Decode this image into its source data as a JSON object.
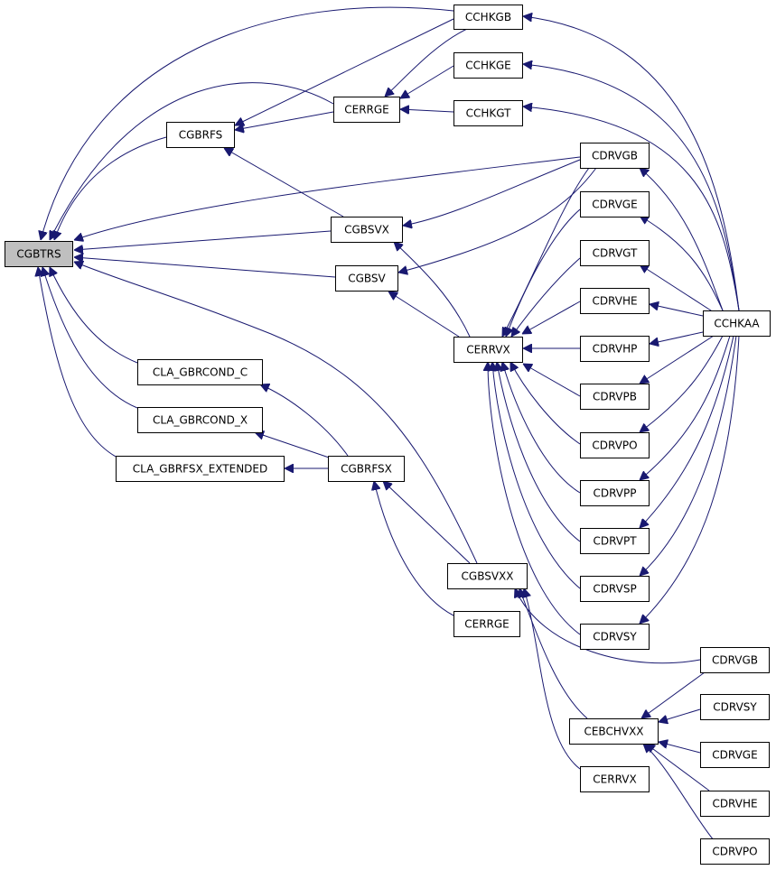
{
  "graph": {
    "nodes": [
      {
        "id": "cgbtrs",
        "label": "CGBTRS",
        "root": true
      },
      {
        "id": "cchkgb",
        "label": "CCHKGB"
      },
      {
        "id": "cchkge",
        "label": "CCHKGE"
      },
      {
        "id": "cerrge1",
        "label": "CERRGE"
      },
      {
        "id": "cchkgt",
        "label": "CCHKGT"
      },
      {
        "id": "cgbrfs",
        "label": "CGBRFS"
      },
      {
        "id": "cdrvgb1",
        "label": "CDRVGB"
      },
      {
        "id": "cgbsvx",
        "label": "CGBSVX"
      },
      {
        "id": "cdrvge1",
        "label": "CDRVGE"
      },
      {
        "id": "cgbsv",
        "label": "CGBSV"
      },
      {
        "id": "cdrvgt",
        "label": "CDRVGT"
      },
      {
        "id": "cdrvhe1",
        "label": "CDRVHE"
      },
      {
        "id": "cchkaa",
        "label": "CCHKAA"
      },
      {
        "id": "cerrvx1",
        "label": "CERRVX"
      },
      {
        "id": "cdrvhp",
        "label": "CDRVHP"
      },
      {
        "id": "cla_gbrcond_c",
        "label": "CLA_GBRCOND_C"
      },
      {
        "id": "cdrvpb",
        "label": "CDRVPB"
      },
      {
        "id": "cla_gbrcond_x",
        "label": "CLA_GBRCOND_X"
      },
      {
        "id": "cdrvpo1",
        "label": "CDRVPO"
      },
      {
        "id": "cla_gbrfsx_extended",
        "label": "CLA_GBRFSX_EXTENDED"
      },
      {
        "id": "cgbrfsx",
        "label": "CGBRFSX"
      },
      {
        "id": "cdrvpp",
        "label": "CDRVPP"
      },
      {
        "id": "cdrvpt",
        "label": "CDRVPT"
      },
      {
        "id": "cgbsvxx",
        "label": "CGBSVXX"
      },
      {
        "id": "cdrvsp",
        "label": "CDRVSP"
      },
      {
        "id": "cerrge2",
        "label": "CERRGE"
      },
      {
        "id": "cdrvsy1",
        "label": "CDRVSY"
      },
      {
        "id": "cdrvgb2",
        "label": "CDRVGB"
      },
      {
        "id": "cdrvsy2",
        "label": "CDRVSY"
      },
      {
        "id": "cebchvxx",
        "label": "CEBCHVXX"
      },
      {
        "id": "cdrvge2",
        "label": "CDRVGE"
      },
      {
        "id": "cerrvx2",
        "label": "CERRVX"
      },
      {
        "id": "cdrvhe2",
        "label": "CDRVHE"
      },
      {
        "id": "cdrvpo2",
        "label": "CDRVPO"
      }
    ],
    "edges": [
      {
        "from": "cchkgb",
        "to": "cgbtrs"
      },
      {
        "from": "cerrge1",
        "to": "cgbtrs"
      },
      {
        "from": "cgbrfs",
        "to": "cgbtrs"
      },
      {
        "from": "cdrvgb1",
        "to": "cgbtrs"
      },
      {
        "from": "cgbsvx",
        "to": "cgbtrs"
      },
      {
        "from": "cgbsv",
        "to": "cgbtrs"
      },
      {
        "from": "cla_gbrcond_c",
        "to": "cgbtrs"
      },
      {
        "from": "cla_gbrcond_x",
        "to": "cgbtrs"
      },
      {
        "from": "cla_gbrfsx_extended",
        "to": "cgbtrs"
      },
      {
        "from": "cgbsvxx",
        "to": "cgbtrs"
      },
      {
        "from": "cchkgb",
        "to": "cgbrfs"
      },
      {
        "from": "cerrge1",
        "to": "cgbrfs"
      },
      {
        "from": "cgbsvx",
        "to": "cgbrfs"
      },
      {
        "from": "cchkgb",
        "to": "cerrge1"
      },
      {
        "from": "cchkge",
        "to": "cerrge1"
      },
      {
        "from": "cchkgt",
        "to": "cerrge1"
      },
      {
        "from": "cchkaa",
        "to": "cchkgb"
      },
      {
        "from": "cchkaa",
        "to": "cchkge"
      },
      {
        "from": "cchkaa",
        "to": "cchkgt"
      },
      {
        "from": "cdrvgb1",
        "to": "cgbsvx"
      },
      {
        "from": "cerrvx1",
        "to": "cgbsvx"
      },
      {
        "from": "cdrvgb1",
        "to": "cgbsv"
      },
      {
        "from": "cerrvx1",
        "to": "cgbsv"
      },
      {
        "from": "cdrvgb1",
        "to": "cerrvx1"
      },
      {
        "from": "cdrvge1",
        "to": "cerrvx1"
      },
      {
        "from": "cdrvgt",
        "to": "cerrvx1"
      },
      {
        "from": "cdrvhe1",
        "to": "cerrvx1"
      },
      {
        "from": "cdrvhp",
        "to": "cerrvx1"
      },
      {
        "from": "cdrvpb",
        "to": "cerrvx1"
      },
      {
        "from": "cdrvpo1",
        "to": "cerrvx1"
      },
      {
        "from": "cdrvpp",
        "to": "cerrvx1"
      },
      {
        "from": "cdrvpt",
        "to": "cerrvx1"
      },
      {
        "from": "cdrvsp",
        "to": "cerrvx1"
      },
      {
        "from": "cdrvsy1",
        "to": "cerrvx1"
      },
      {
        "from": "cchkaa",
        "to": "cdrvgb1"
      },
      {
        "from": "cchkaa",
        "to": "cdrvge1"
      },
      {
        "from": "cchkaa",
        "to": "cdrvgt"
      },
      {
        "from": "cchkaa",
        "to": "cdrvhe1"
      },
      {
        "from": "cchkaa",
        "to": "cdrvhp"
      },
      {
        "from": "cchkaa",
        "to": "cdrvpb"
      },
      {
        "from": "cchkaa",
        "to": "cdrvpo1"
      },
      {
        "from": "cchkaa",
        "to": "cdrvpp"
      },
      {
        "from": "cchkaa",
        "to": "cdrvpt"
      },
      {
        "from": "cchkaa",
        "to": "cdrvsp"
      },
      {
        "from": "cchkaa",
        "to": "cdrvsy1"
      },
      {
        "from": "cgbrfsx",
        "to": "cla_gbrcond_c"
      },
      {
        "from": "cgbrfsx",
        "to": "cla_gbrcond_x"
      },
      {
        "from": "cgbrfsx",
        "to": "cla_gbrfsx_extended"
      },
      {
        "from": "cgbsvxx",
        "to": "cgbrfsx"
      },
      {
        "from": "cerrge2",
        "to": "cgbrfsx"
      },
      {
        "from": "cdrvgb2",
        "to": "cgbsvxx"
      },
      {
        "from": "cebchvxx",
        "to": "cgbsvxx"
      },
      {
        "from": "cerrvx2",
        "to": "cgbsvxx"
      },
      {
        "from": "cdrvgb2",
        "to": "cebchvxx"
      },
      {
        "from": "cdrvsy2",
        "to": "cebchvxx"
      },
      {
        "from": "cdrvge2",
        "to": "cebchvxx"
      },
      {
        "from": "cdrvhe2",
        "to": "cebchvxx"
      },
      {
        "from": "cdrvpo2",
        "to": "cebchvxx"
      }
    ]
  }
}
